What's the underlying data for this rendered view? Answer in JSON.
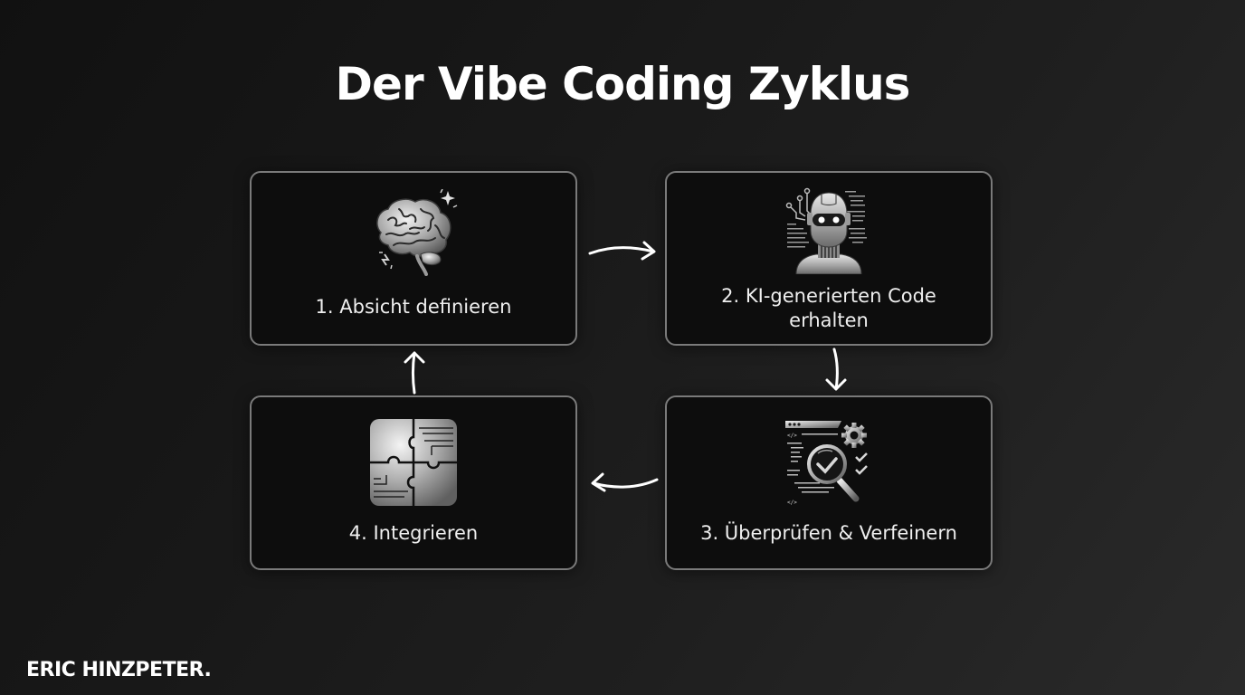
{
  "title": "Der Vibe Coding Zyklus",
  "steps": [
    {
      "number": 1,
      "label": "1. Absicht definieren",
      "icon": "brain-icon"
    },
    {
      "number": 2,
      "label": "2. KI-generierten Code erhalten",
      "label_line1": "2. KI-generierten Code",
      "label_line2": "erhalten",
      "icon": "robot-icon"
    },
    {
      "number": 3,
      "label": "3. Überprüfen & Verfeinern",
      "icon": "code-review-magnifier-icon"
    },
    {
      "number": 4,
      "label": "4. Integrieren",
      "icon": "puzzle-pieces-icon"
    }
  ],
  "arrows": [
    {
      "from": 1,
      "to": 2,
      "direction": "right"
    },
    {
      "from": 2,
      "to": 3,
      "direction": "down"
    },
    {
      "from": 3,
      "to": 4,
      "direction": "left"
    },
    {
      "from": 4,
      "to": 1,
      "direction": "up"
    }
  ],
  "brand": "ERIC HINZPETER.",
  "colors": {
    "background": "#1a1a1a",
    "box_fill": "#0d0d0d",
    "box_border": "#7a7a7a",
    "text": "#ffffff"
  }
}
